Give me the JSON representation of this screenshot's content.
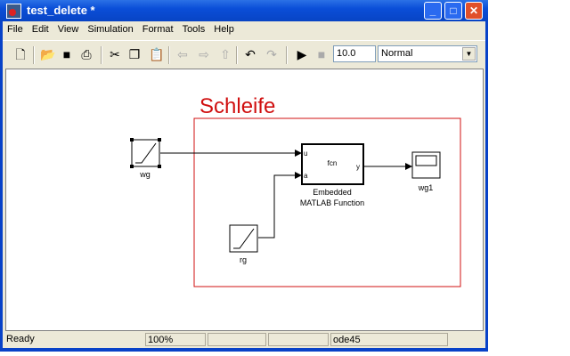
{
  "window": {
    "title": "test_delete *",
    "minimize": "_",
    "maximize": "□",
    "close": "✕"
  },
  "menu": [
    "File",
    "Edit",
    "View",
    "Simulation",
    "Format",
    "Tools",
    "Help"
  ],
  "toolbar": {
    "stop_time": "10.0",
    "sim_mode": "Normal"
  },
  "diagram": {
    "subsystem_label": "Schleife",
    "blocks": {
      "wg": "wg",
      "rg": "rg",
      "fcn": "fcn",
      "fcn_in_u": "u",
      "fcn_in_a": "a",
      "fcn_out_y": "y",
      "fcn_name_1": "Embedded",
      "fcn_name_2": "MATLAB Function",
      "scope": "wg1"
    },
    "colors": {
      "subsystem": "#d01010"
    }
  },
  "status": {
    "state": "Ready",
    "zoom": "100%",
    "solver": "ode45"
  }
}
